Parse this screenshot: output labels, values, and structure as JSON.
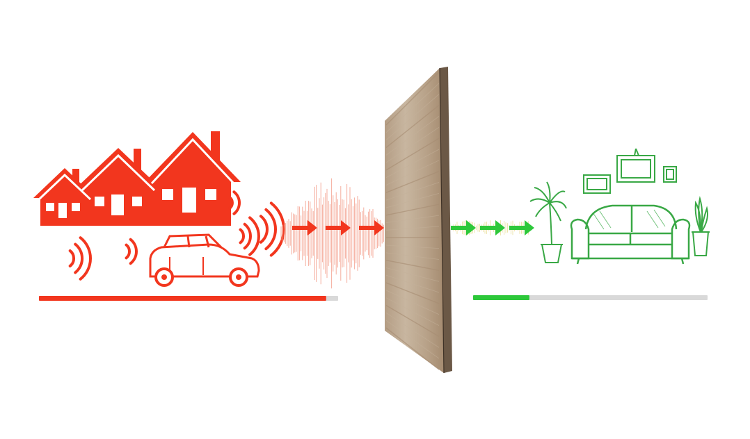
{
  "colors": {
    "noise": "#f2361e",
    "quiet": "#2dc83a",
    "sketch": "#39a845",
    "track": "#d9d9d9",
    "wave": "#f39a86",
    "wall_light": "#c4b19a",
    "wall_mid": "#a78d73",
    "wall_dark": "#6b5846",
    "wall_edge": "#3e3126"
  },
  "icons": {
    "houses": "houses-icon",
    "car": "car-icon",
    "sound_waves": "sound-wave-icon",
    "arrow": "arrow-right-icon",
    "wall": "wood-wall",
    "plant": "palm-plant-icon",
    "sofa": "sofa-icon",
    "frames": "picture-frame-icon"
  },
  "noise_level_outside": 0.96,
  "noise_level_inside": 0.24
}
